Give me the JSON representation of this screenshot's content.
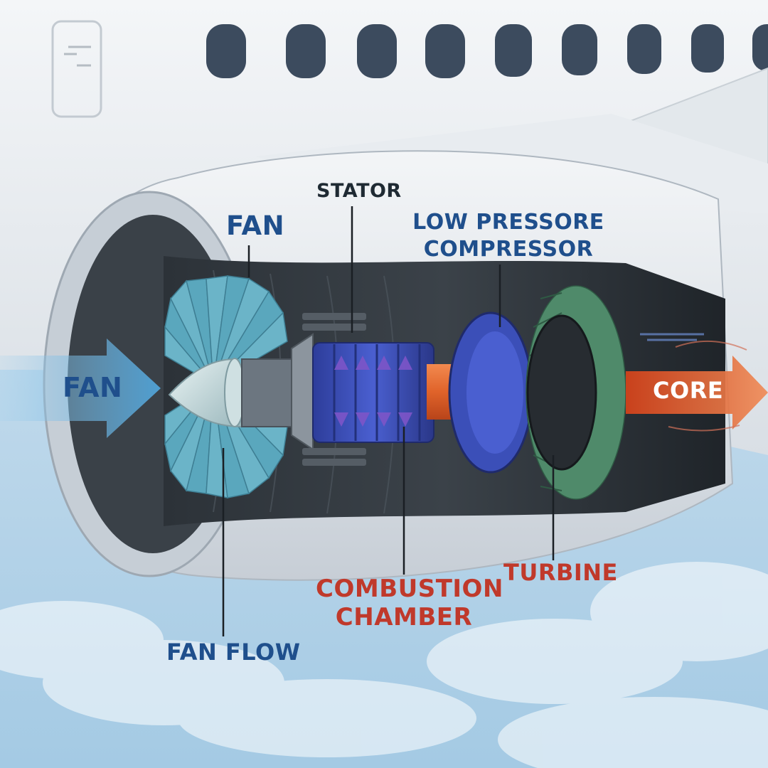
{
  "labels": {
    "fan_top": "FAN",
    "stator": "STATOR",
    "low_pressure_compressor": [
      "LOW PRESSORE",
      "COMPRESSOR"
    ],
    "fan_arrow": "FAN",
    "core": "CORE",
    "combustion_chamber": [
      "COMBUSTION",
      "CHAMBER"
    ],
    "turbine": "TURBINE",
    "fan_flow": "FAN FLOW"
  },
  "colors": {
    "label_blue": "#1f4f8c",
    "label_red": "#c0392b",
    "label_dark": "#1f2a33",
    "core_arrow": "#e05a2b",
    "fan_arrow": "#4fa3d8",
    "sky": "#a9cde6",
    "fuselage": "#eef2f5",
    "fan_blades": "#5aa7bd",
    "compressor": "#3b4fb8",
    "shaft": "#e0632a",
    "turbine": "#4f8a6a"
  },
  "icons": [
    "fuselage-door-icon",
    "window-icon",
    "fan-arrow-icon",
    "core-arrow-icon",
    "spinner-cone-icon"
  ]
}
